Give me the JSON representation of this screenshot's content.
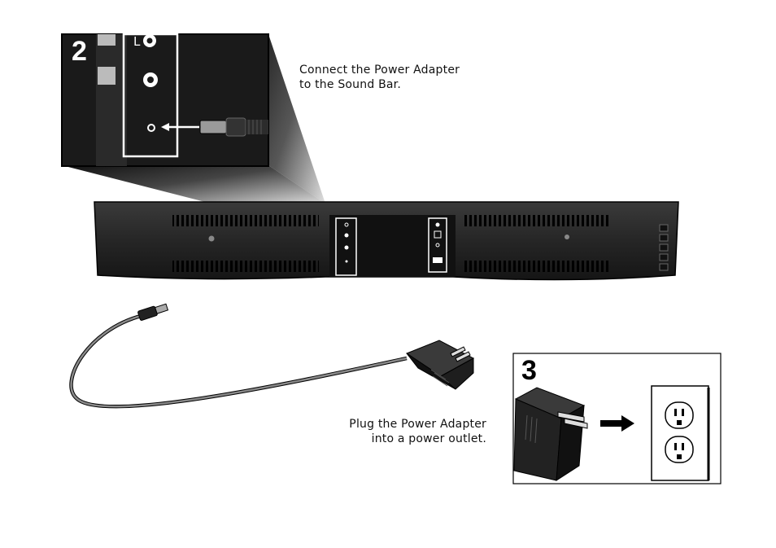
{
  "steps": {
    "step2": {
      "number": "2",
      "caption_line1": "Connect the Power Adapter",
      "caption_line2": "to the Sound Bar."
    },
    "step3": {
      "number": "3",
      "caption_line1": "Plug the Power Adapter",
      "caption_line2": "into a power outlet."
    }
  },
  "labels": {
    "jack_label": "L"
  },
  "colors": {
    "soundbar": "#262626",
    "panel": "#1c1c1c",
    "cable": "#7a7a7a",
    "adapter": "#1e1e1e",
    "outlet_frame": "#000000"
  }
}
